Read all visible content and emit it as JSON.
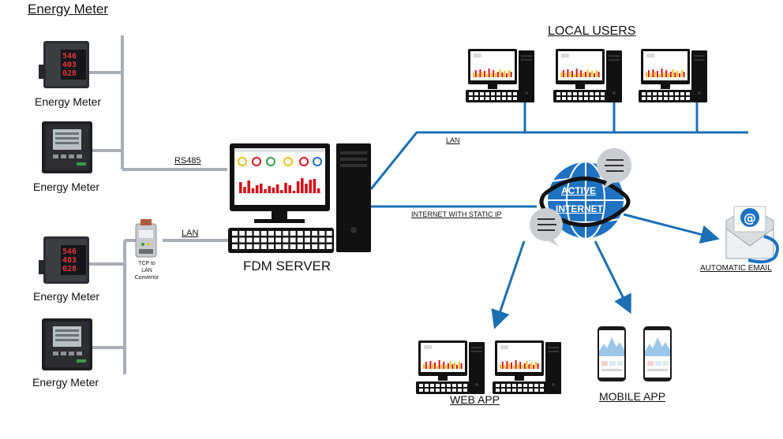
{
  "title": "Energy Meter",
  "meters": [
    {
      "label": "Energy Meter",
      "display": [
        "546",
        "403",
        "028"
      ],
      "style": "digital-red"
    },
    {
      "label": "Energy Meter",
      "display": [
        "",
        "",
        ""
      ],
      "style": "lcd-grey"
    },
    {
      "label": "Energy Meter",
      "display": [
        "546",
        "403",
        "028"
      ],
      "style": "digital-red"
    },
    {
      "label": "Energy Meter",
      "display": [
        "",
        "",
        ""
      ],
      "style": "lcd-grey"
    }
  ],
  "links": {
    "rs485": "RS485",
    "lan_left": "LAN",
    "lan_top": "LAN",
    "internet": "INTERNET WITH STATIC IP"
  },
  "converter_label": "TCP to\nLAN\nConvertor",
  "server_label": "FDM SERVER",
  "local_users_label": "LOCAL USERS",
  "internet_badge": [
    "ACTIVE",
    "INTERNET"
  ],
  "email_label": "AUTOMATIC EMAIL",
  "web_app_label": "WEB APP",
  "mobile_app_label": "MOBILE APP",
  "email_icon_glyph": "@",
  "colors": {
    "bus_grey": "#a9aeb6",
    "network_blue": "#1c6fb3",
    "globe_blue": "#1f72c1",
    "bar_red": "#d3141a",
    "bar_yellow": "#e8c21a"
  }
}
